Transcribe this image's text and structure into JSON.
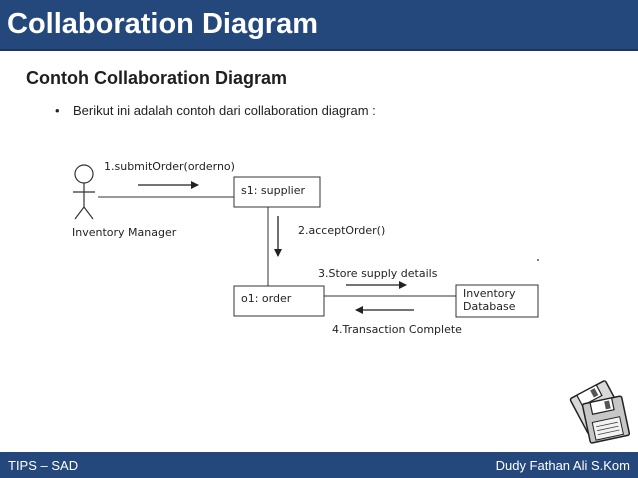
{
  "slide": {
    "title": "Collaboration Diagram",
    "subtitle": "Contoh Collaboration Diagram",
    "bullet": "Berikut ini adalah contoh dari collaboration diagram :"
  },
  "diagram": {
    "actor_label": "Inventory Manager",
    "objects": {
      "supplier": "s1: supplier",
      "order": "o1: order",
      "database_line1": "Inventory",
      "database_line2": "Database"
    },
    "messages": {
      "m1": "1.submitOrder(orderno)",
      "m2": "2.acceptOrder()",
      "m3": "3.Store supply details",
      "m4": "4.Transaction Complete"
    }
  },
  "footer": {
    "left": "TIPS – SAD",
    "right": "Dudy Fathan Ali S.Kom"
  },
  "colors": {
    "header_bar": "#24487c",
    "footer_bar": "#24487c"
  },
  "icons": {
    "decoration": "floppy-disks-icon"
  }
}
